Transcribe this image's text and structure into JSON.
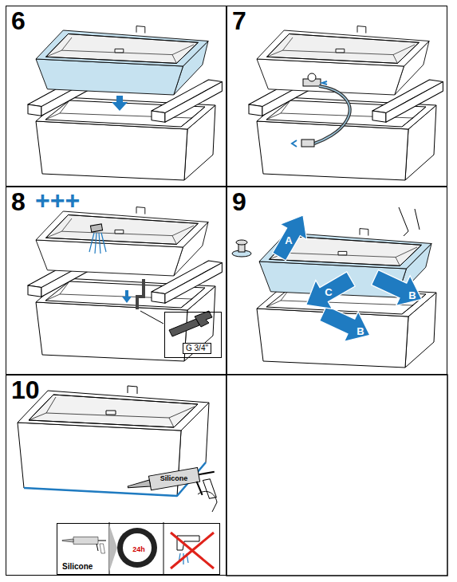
{
  "diagram": {
    "nodes": [
      {
        "text": [
          "6"
        ]
      },
      {
        "text": [
          "7"
        ]
      },
      {
        "text": [
          "8",
          "+++"
        ]
      },
      {
        "text": [
          "G 3/4\""
        ],
        "in": 2
      },
      {
        "text": [
          "9"
        ]
      },
      {
        "text": [
          "10"
        ]
      },
      {
        "text": [
          "Silicone",
          "24h"
        ],
        "in": 5
      }
    ],
    "labels": [
      "A",
      "B",
      "B",
      "C",
      "Silicone"
    ]
  }
}
